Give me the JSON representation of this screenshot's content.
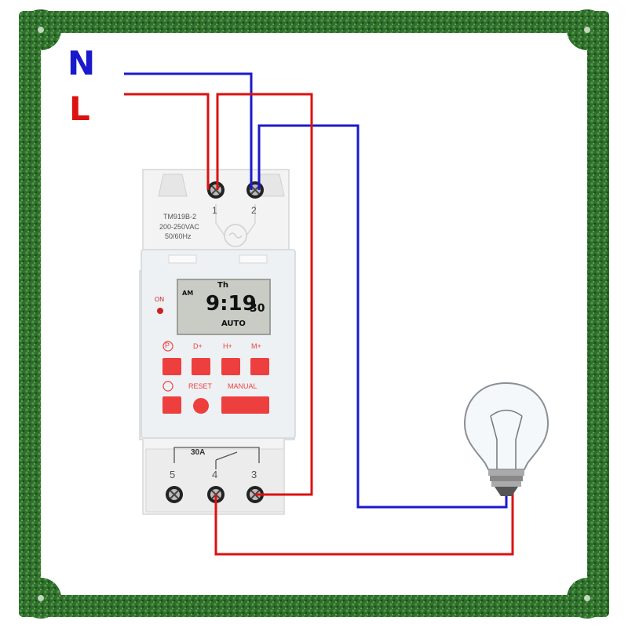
{
  "labels": {
    "neutral": "N",
    "live": "L"
  },
  "colors": {
    "neutral": "#1a1acc",
    "live": "#dd1111",
    "frame": "#2c6b2a",
    "button": "#ee3f3f"
  },
  "timer": {
    "model": "TM919B-2",
    "voltage": "200-250VAC",
    "frequency": "50/60Hz",
    "power_terminals": [
      "1",
      "2"
    ],
    "output_terminals": [
      "5",
      "4",
      "3"
    ],
    "current_rating": "30A",
    "indicator_label": "ON",
    "display": {
      "day": "Th",
      "ampm": "AM",
      "time": "9:19",
      "seconds": "30",
      "mode": "AUTO"
    },
    "buttons_top": [
      "P",
      "D+",
      "H+",
      "M+"
    ],
    "buttons_bottom": [
      "",
      "RESET",
      "MANUAL"
    ]
  },
  "load": {
    "icon": "light-bulb-icon"
  }
}
